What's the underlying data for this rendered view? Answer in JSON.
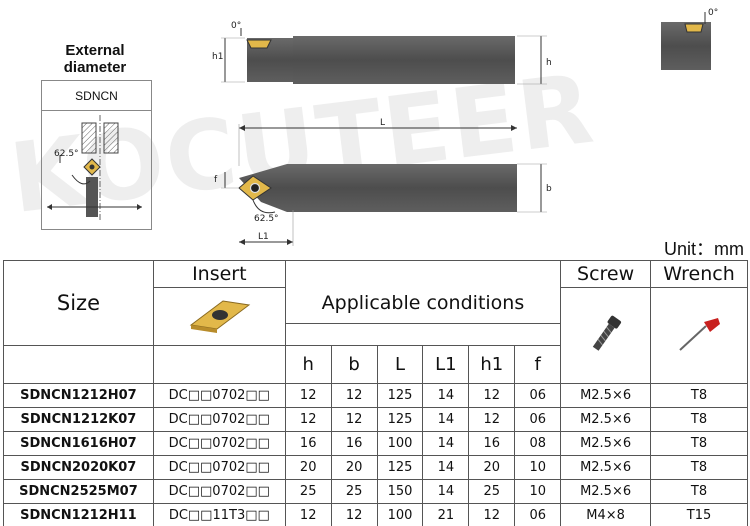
{
  "diagram": {
    "external_label": "External diameter",
    "model_label": "SDNCN",
    "watermark": "KOCUTEER",
    "dims": {
      "angle_zero_left": "0°",
      "angle_zero_right": "0°",
      "h1": "h1",
      "h": "h",
      "L": "L",
      "f": "f",
      "b": "b",
      "angle_main": "62.5°",
      "angle_detail": "62.5°",
      "L1": "L1"
    }
  },
  "unit_label": "Unit：mm",
  "table": {
    "headers": {
      "size": "Size",
      "insert": "Insert",
      "conditions": "Applicable conditions",
      "screw": "Screw",
      "wrench": "Wrench"
    },
    "sub_headers": [
      "h",
      "b",
      "L",
      "L1",
      "h1",
      "f"
    ],
    "rows": [
      {
        "size": "SDNCN1212H07",
        "insert": "DC□□0702□□",
        "h": "12",
        "b": "12",
        "L": "125",
        "L1": "14",
        "h1": "12",
        "f": "06",
        "screw": "M2.5×6",
        "wrench": "T8"
      },
      {
        "size": "SDNCN1212K07",
        "insert": "DC□□0702□□",
        "h": "12",
        "b": "12",
        "L": "125",
        "L1": "14",
        "h1": "12",
        "f": "06",
        "screw": "M2.5×6",
        "wrench": "T8"
      },
      {
        "size": "SDNCN1616H07",
        "insert": "DC□□0702□□",
        "h": "16",
        "b": "16",
        "L": "100",
        "L1": "14",
        "h1": "16",
        "f": "08",
        "screw": "M2.5×6",
        "wrench": "T8"
      },
      {
        "size": "SDNCN2020K07",
        "insert": "DC□□0702□□",
        "h": "20",
        "b": "20",
        "L": "125",
        "L1": "14",
        "h1": "20",
        "f": "10",
        "screw": "M2.5×6",
        "wrench": "T8"
      },
      {
        "size": "SDNCN2525M07",
        "insert": "DC□□0702□□",
        "h": "25",
        "b": "25",
        "L": "150",
        "L1": "14",
        "h1": "25",
        "f": "10",
        "screw": "M2.5×6",
        "wrench": "T8"
      },
      {
        "size": "SDNCN1212H11",
        "insert": "DC□□11T3□□",
        "h": "12",
        "b": "12",
        "L": "100",
        "L1": "21",
        "h1": "12",
        "f": "06",
        "screw": "M4×8",
        "wrench": "T15"
      }
    ]
  },
  "colors": {
    "tool_body": "#555555",
    "insert_gold": "#e2b84a",
    "wrench_red": "#c8201e"
  }
}
